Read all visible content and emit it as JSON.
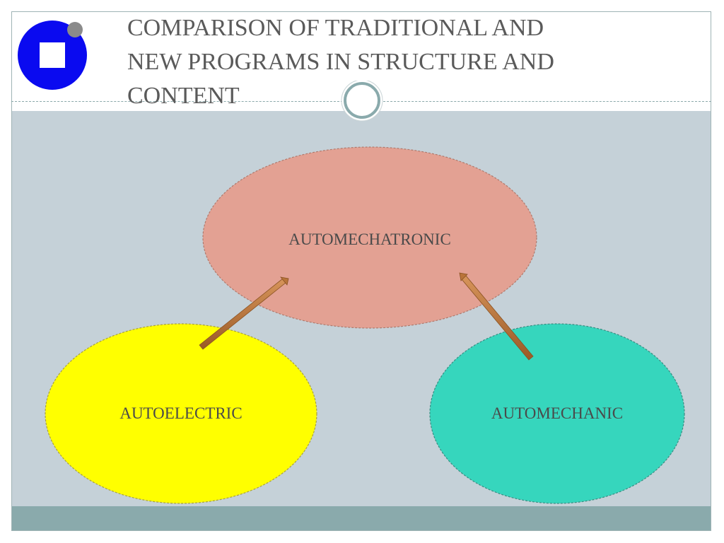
{
  "slide": {
    "title_lines": [
      "COMPARISON OF TRADITIONAL AND",
      "NEW PROGRAMS IN STRUCTURE AND",
      "CONTENT"
    ]
  },
  "logo": {
    "icon": "institution-logo-icon",
    "color": "#0a0af0",
    "dot_color": "#8a8a8a"
  },
  "diagram": {
    "nodes": [
      {
        "id": "automechatronic",
        "label": "AUTOMECHATRONIC",
        "fill": "#e3a193"
      },
      {
        "id": "autoelectric",
        "label": "AUTOELECTRIC",
        "fill": "#ffff00"
      },
      {
        "id": "automechanic",
        "label": "AUTOMECHANIC",
        "fill": "#36d6bd"
      }
    ],
    "edges": [
      {
        "from": "autoelectric",
        "to": "automechatronic"
      },
      {
        "from": "automechanic",
        "to": "automechatronic"
      }
    ],
    "arrow_color": "#b9743a"
  },
  "colors": {
    "content_background": "#c5d1d8",
    "footer_band": "#8aaaac",
    "title_text": "#5a5a5a"
  }
}
